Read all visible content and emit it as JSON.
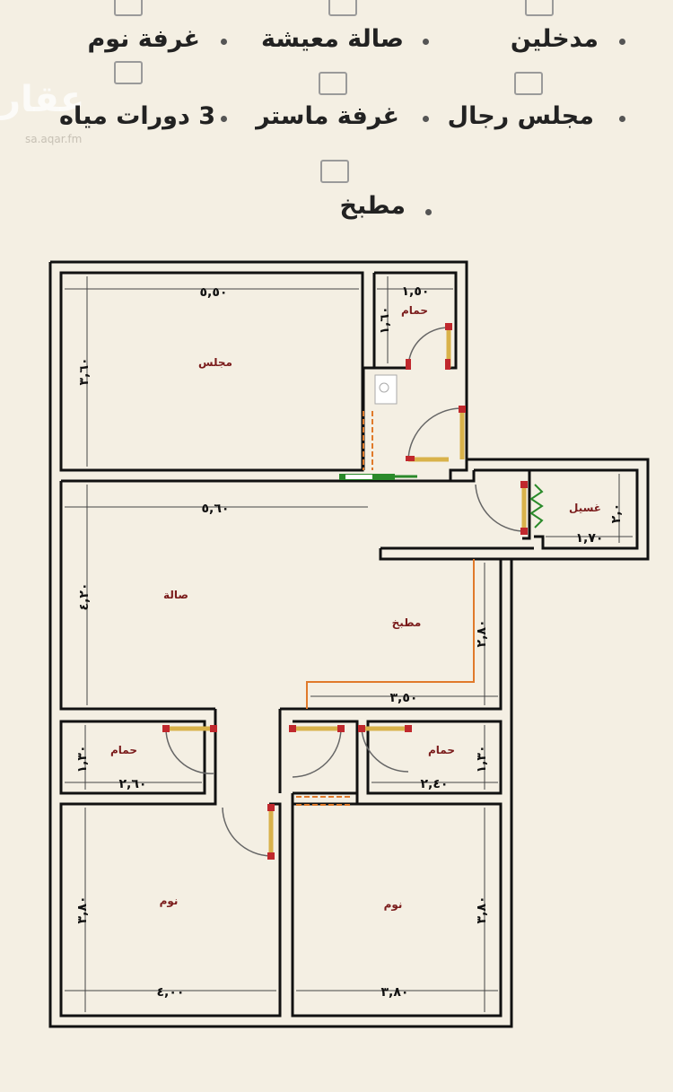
{
  "features": {
    "entrances": "مدخلين",
    "living_room": "صالة معيشة",
    "bedroom": "غرفة نوم",
    "men_majlis": "مجلس رجال",
    "master_room": "غرفة ماستر",
    "bathrooms": "3 دورات مياه",
    "kitchen": "مطبخ"
  },
  "watermark": {
    "brand": "عقار",
    "url": "sa.aqar.fm"
  },
  "rooms": {
    "majlis": "مجلس",
    "bath_top": "حمام",
    "laundry": "غسيل",
    "hall": "صالة",
    "kitchen": "مطبخ",
    "bath_left": "حمام",
    "bath_right": "حمام",
    "bed_left": "نوم",
    "bed_right": "نوم"
  },
  "dimensions": {
    "majlis_w": "٥,٥٠",
    "majlis_h": "٣,٦٠",
    "bath_top_w": "١,٥٠",
    "bath_top_h": "١,٦٠",
    "laundry_h": "٢,٠",
    "laundry_w": "١,٧٠",
    "hall_w": "٥,٦٠",
    "hall_h": "٤,٢٠",
    "kitchen_h": "٢,٨٠",
    "kitchen_w": "٣,٥٠",
    "bath_left_h": "١,٣٠",
    "bath_left_w": "٢,٦٠",
    "bath_right_h": "١,٣٠",
    "bath_right_w": "٢,٤٠",
    "bed_left_h": "٣,٨٠",
    "bed_left_w": "٤,٠٠",
    "bed_right_h": "٣,٨٠",
    "bed_right_w": "٣,٨٠"
  },
  "colors": {
    "wall": "#111111",
    "room_label": "#7a1b1b",
    "door_hinge": "#c0282d",
    "door_panel": "#d9b24a",
    "open_edge": "#e07a2b",
    "entry_green": "#2a8a2a"
  }
}
